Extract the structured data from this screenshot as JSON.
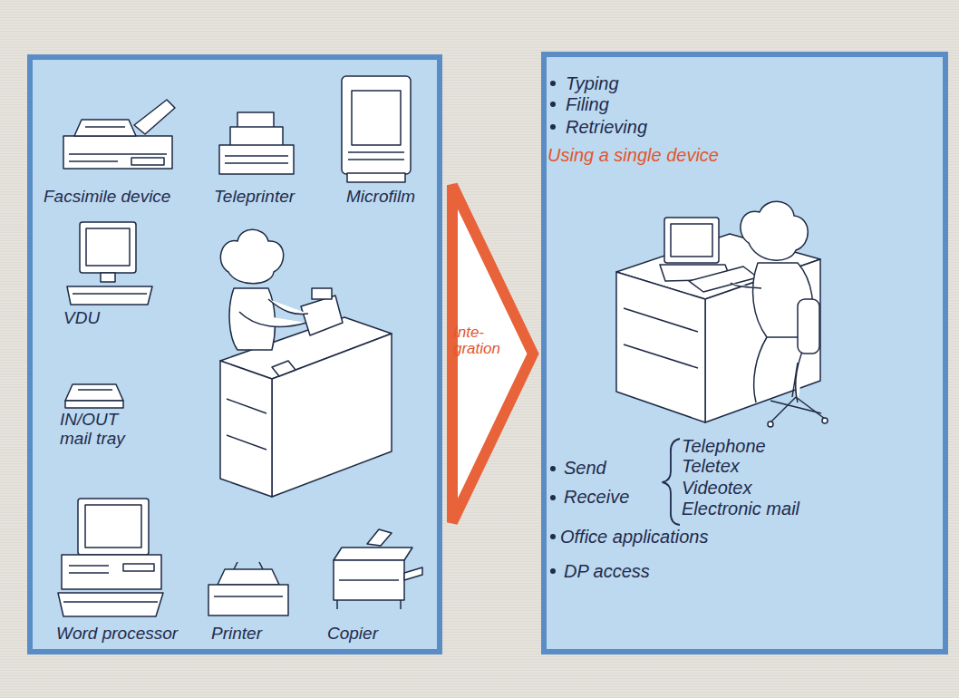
{
  "diagram": {
    "nodes": [
      {
        "text": [
          "Facsimile device",
          "Teleprinter",
          "Microfilm",
          "VDU",
          "IN/OUT mail tray",
          "Word processor",
          "Printer",
          "Copier"
        ]
      },
      {
        "text": [
          "Typing",
          "Filing",
          "Retrieving",
          "Using a single device",
          "Send",
          "Receive",
          "Telephone",
          "Teletex",
          "Videotex",
          "Electronic mail",
          "Office applications",
          "DP access"
        ]
      }
    ],
    "edges": [
      {
        "from": 0,
        "to": 1,
        "arrow": "to",
        "label": "Inte-gration"
      }
    ]
  }
}
